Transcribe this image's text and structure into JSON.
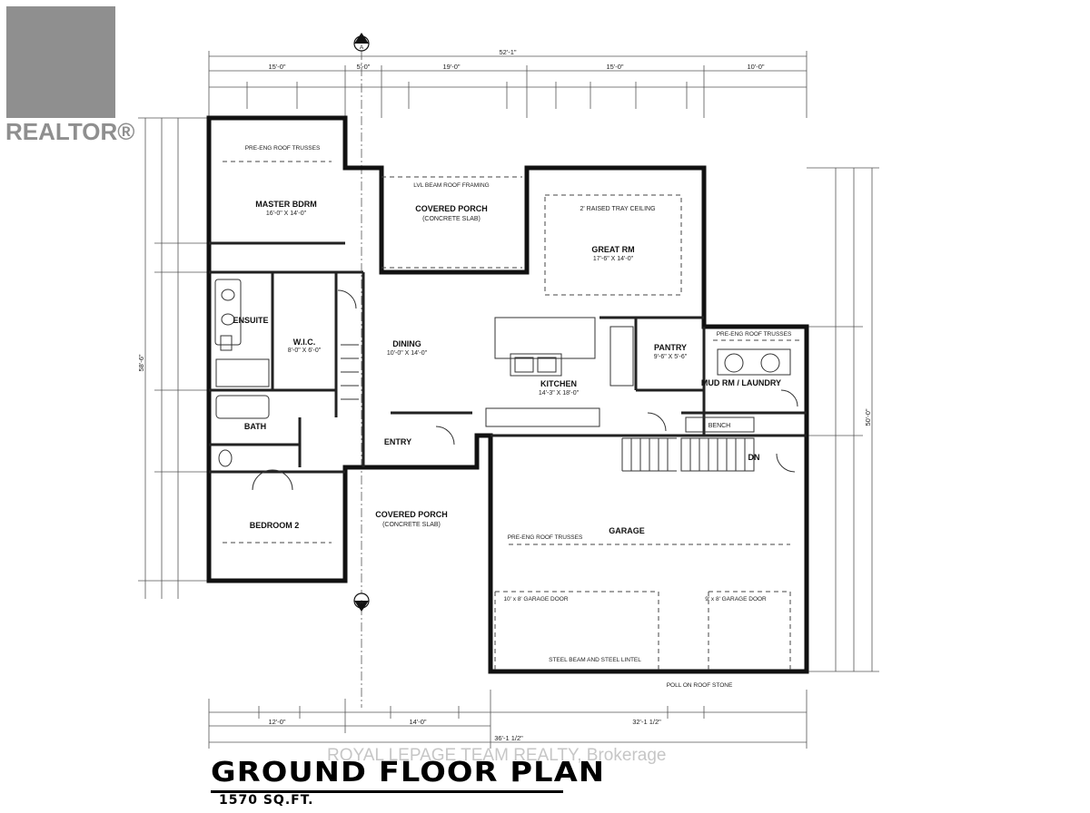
{
  "title": "GROUND FLOOR PLAN",
  "area": "1570 SQ.FT.",
  "watermark": "ROYAL LEPAGE TEAM REALTY, Brokerage",
  "logo": {
    "text": "REALTOR®",
    "color": "#8f8f8f"
  },
  "section_marker": "A",
  "rooms": {
    "master": {
      "name": "MASTER BDRM",
      "size": "16'-0\" X 14'-0\""
    },
    "covered_porch": {
      "name": "COVERED PORCH",
      "note": "(CONCRETE SLAB)"
    },
    "great": {
      "name": "GREAT RM",
      "size": "17'-6\" X 14'-0\"",
      "ceiling": "2' RAISED TRAY CEILING"
    },
    "ensuite": {
      "name": "ENSUITE"
    },
    "wic": {
      "name": "W.I.C.",
      "size": "8'-0\" X 6'-0\""
    },
    "dining": {
      "name": "DINING",
      "size": "10'-0\" X 14'-0\""
    },
    "kitchen": {
      "name": "KITCHEN",
      "size": "14'-3\" X 18'-0\""
    },
    "pantry": {
      "name": "PANTRY",
      "size": "9'-6\" X 5'-6\""
    },
    "mud": {
      "name": "MUD RM / LAUNDRY"
    },
    "bath": {
      "name": "BATH"
    },
    "entry": {
      "name": "ENTRY"
    },
    "covered_porch_front": {
      "name": "COVERED PORCH",
      "note": "(CONCRETE SLAB)"
    },
    "bedroom2": {
      "name": "BEDROOM 2"
    },
    "garage": {
      "name": "GARAGE"
    },
    "bench": {
      "name": "BENCH"
    },
    "dn": {
      "name": "DN"
    }
  },
  "dimensions": {
    "overall_top": "52'-1\"",
    "top_segments": [
      "15'-0\"",
      "5'-0\"",
      "19'-0\"",
      "15'-0\"",
      "10'-0\""
    ],
    "bottom_overall": "36'-1 1/2\"",
    "bottom_segments": [
      "12'-0\"",
      "14'-0\""
    ],
    "garage_width": "32'-1 1/2\"",
    "right_overall": "50'-0\"",
    "left_overall": "58'-6\""
  },
  "notes": {
    "trusses_master": "PRE-ENG ROOF TRUSSES",
    "trusses_garage": "PRE-ENG ROOF TRUSSES",
    "trusses_mud": "PRE-ENG ROOF TRUSSES",
    "lvl_beam": "LVL BEAM ROOF FRAMING",
    "garage_door_left": "10' x 8' GARAGE DOOR",
    "garage_door_right": "9' x 8' GARAGE DOOR",
    "steel_beam": "STEEL BEAM AND STEEL LINTEL",
    "roof_stone": "POLL ON ROOF STONE"
  }
}
